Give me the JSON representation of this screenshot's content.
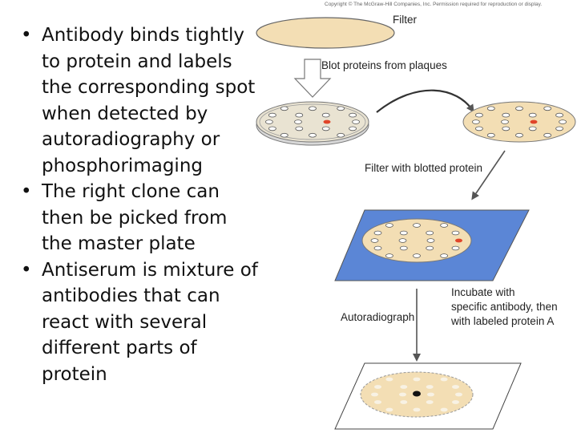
{
  "copyright": "Copyright © The McGraw-Hill Companies, Inc. Permission required for reproduction or display.",
  "bullets": [
    "Antibody binds tightly to protein and labels the corresponding spot when detected by autoradiography or phosphorimaging",
    "The right clone can then be picked from the master plate",
    "Antiserum is mixture of antibodies that can react with several different parts of protein"
  ],
  "bullet_glyph": "•",
  "diagram": {
    "labels": {
      "filter": "Filter",
      "blot": "Blot proteins from plaques",
      "filter_blotted": "Filter with blotted protein",
      "incubate_line1": "Incubate with",
      "incubate_line2": "specific antibody, then",
      "incubate_line3": "with labeled protein A",
      "autoradiograph": "Autoradiograph"
    },
    "colors": {
      "filter_fill": "#f3deb4",
      "dish_fill": "#e9e3d2",
      "plaque_fill": "#ffffff",
      "target_plaque": "#e0452a",
      "blue_plate": "#5b86d6",
      "detected_spot": "#111111",
      "arrow": "#555555"
    }
  }
}
